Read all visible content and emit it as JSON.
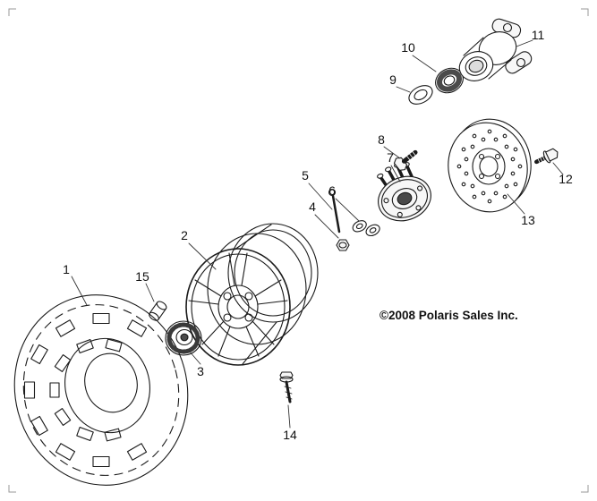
{
  "page": {
    "background": "#ffffff",
    "line_color": "#1a1a1a"
  },
  "copyright": "©2008 Polaris Sales Inc.",
  "callouts": [
    {
      "label": "1"
    },
    {
      "label": "2"
    },
    {
      "label": "3"
    },
    {
      "label": "4"
    },
    {
      "label": "5"
    },
    {
      "label": "6"
    },
    {
      "label": "7"
    },
    {
      "label": "8"
    },
    {
      "label": "9"
    },
    {
      "label": "10"
    },
    {
      "label": "11"
    },
    {
      "label": "12"
    },
    {
      "label": "13"
    },
    {
      "label": "14"
    },
    {
      "label": "15"
    }
  ]
}
